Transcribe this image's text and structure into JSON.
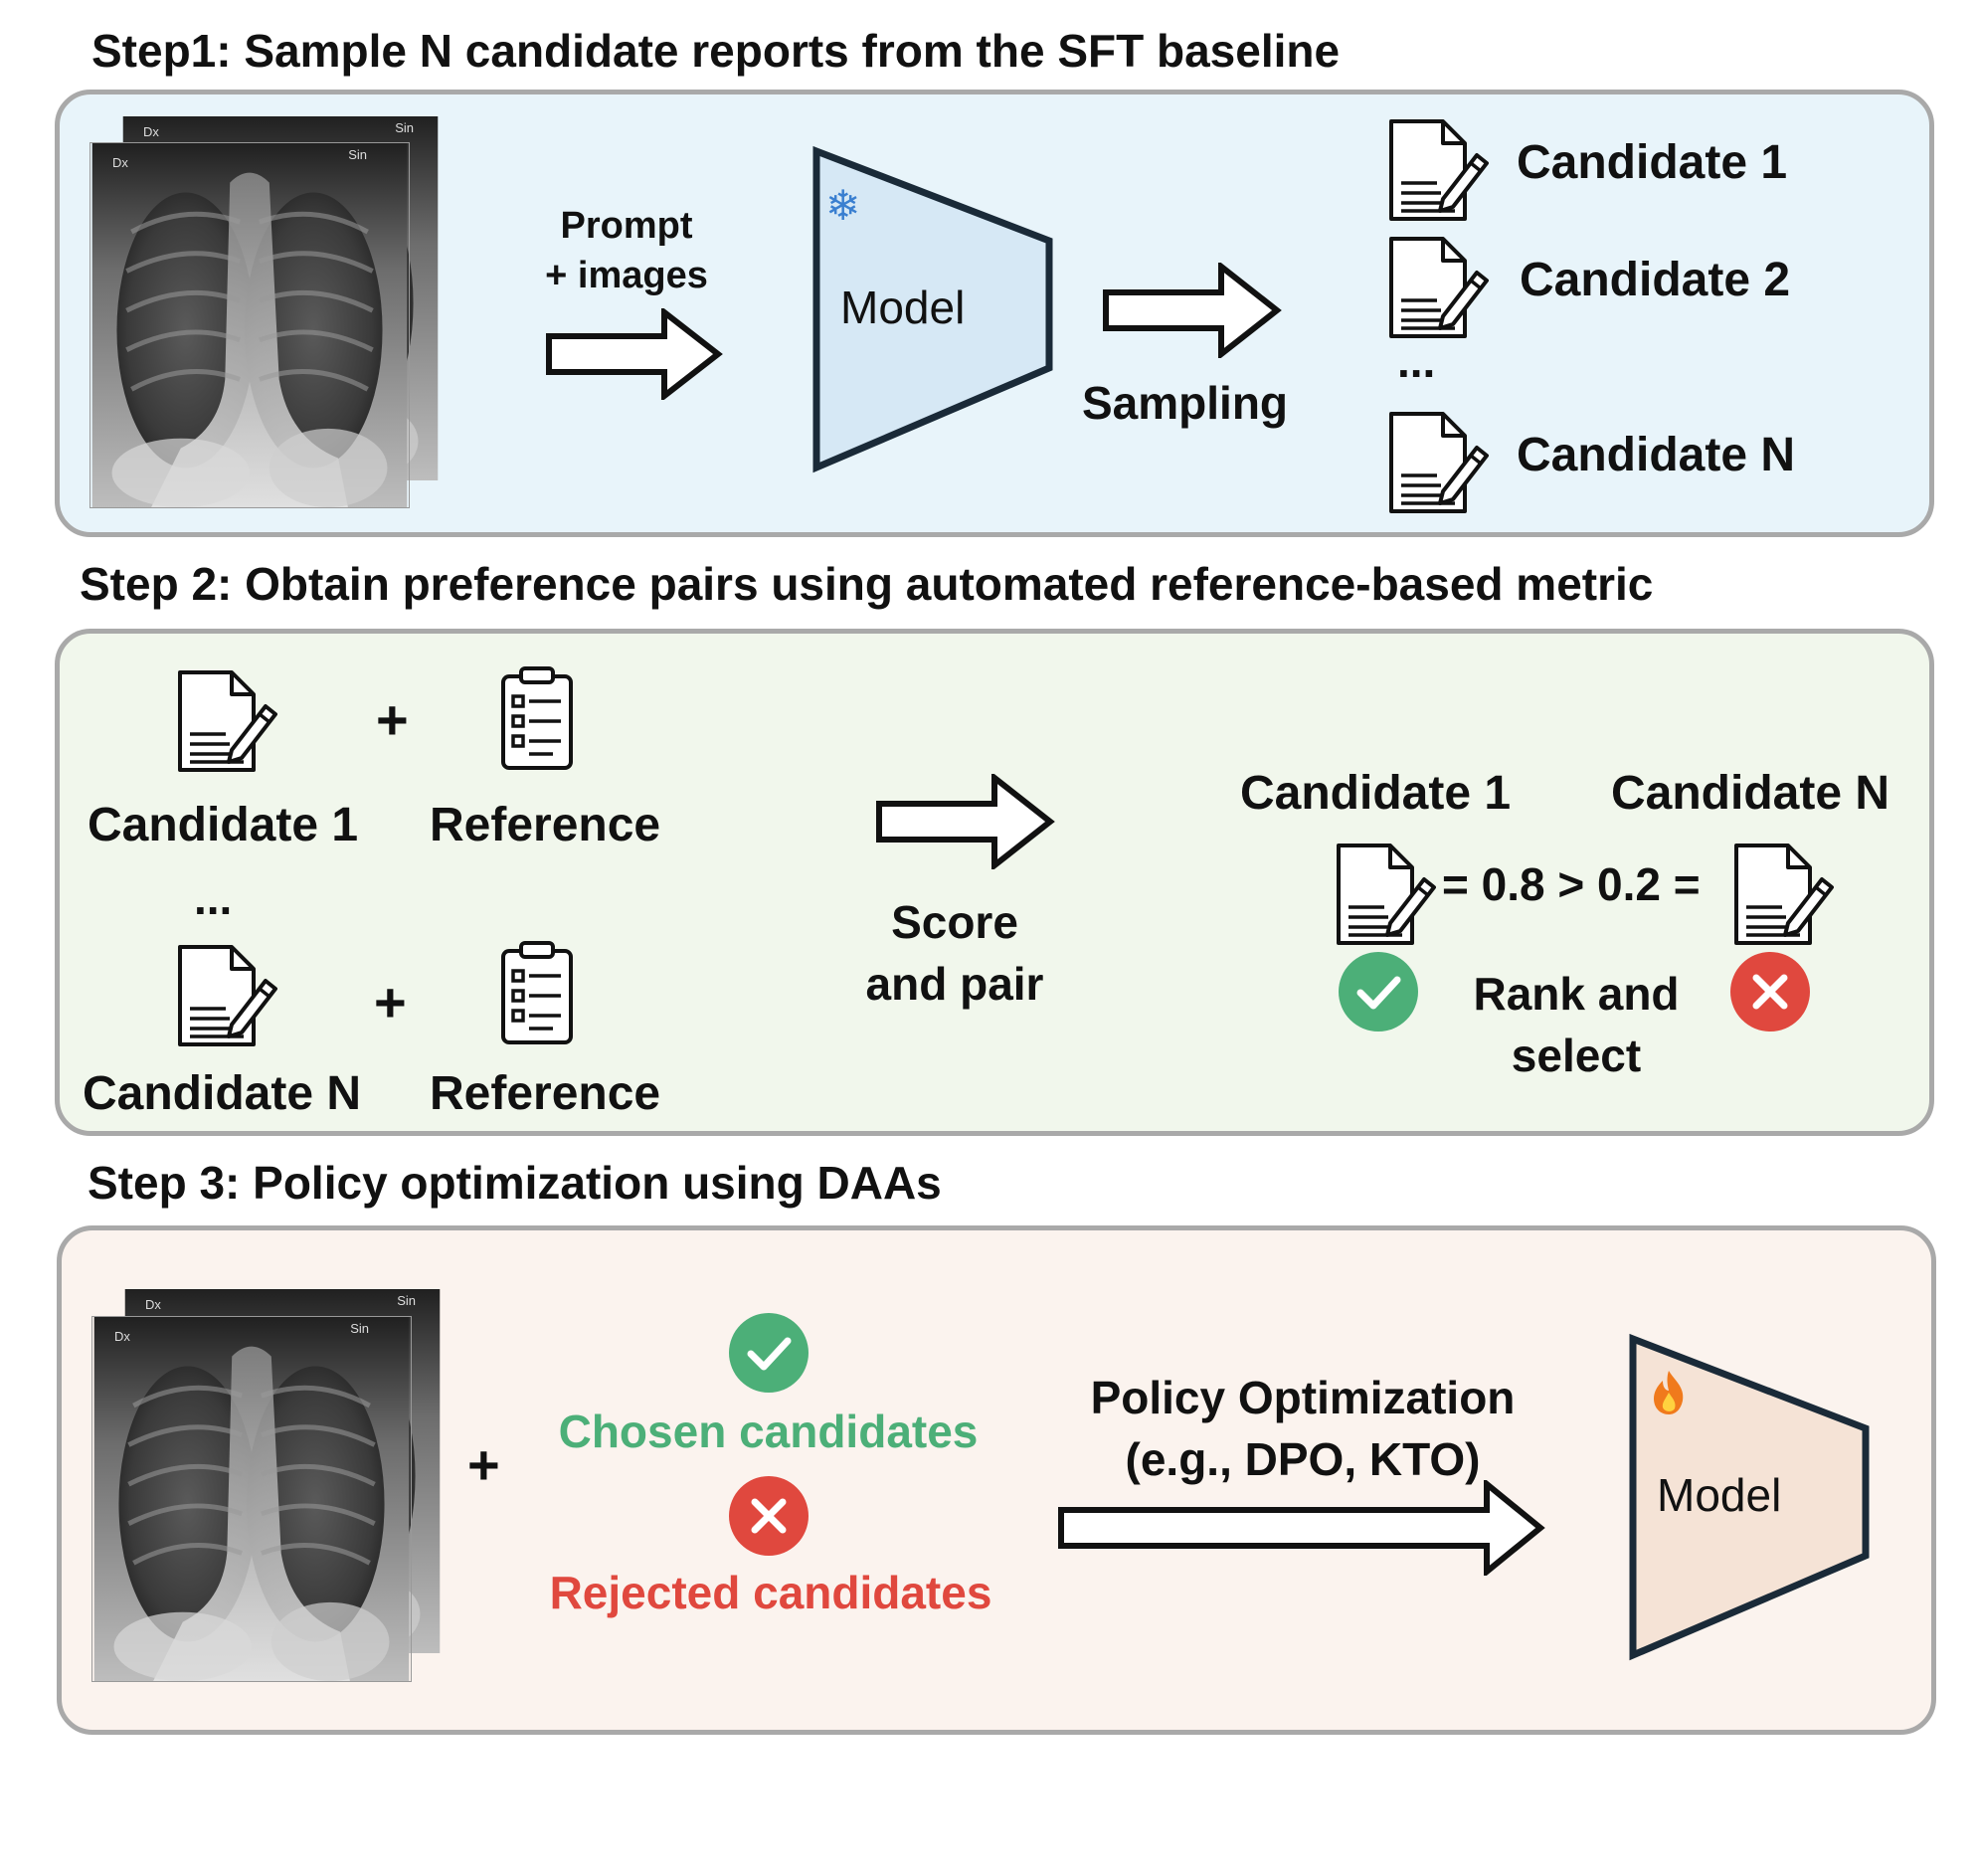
{
  "step1": {
    "title": "Step1: Sample N candidate reports from the SFT baseline",
    "xray_tags": [
      "Dx",
      "Sin"
    ],
    "prompt_label_line1": "Prompt",
    "prompt_label_line2": "+ images",
    "model_label": "Model",
    "model_icon": "snowflake-icon",
    "sampling_label": "Sampling",
    "candidates": [
      "Candidate 1",
      "Candidate 2",
      "Candidate N"
    ],
    "ellipsis": "..."
  },
  "step2": {
    "title": "Step 2: Obtain preference pairs using automated reference-based metric",
    "plus": "+",
    "candidate_top": "Candidate 1",
    "candidate_bottom": "Candidate N",
    "reference_label": "Reference",
    "ellipsis": "...",
    "score_line1": "Score",
    "score_line2": "and pair",
    "compare_left_label": "Candidate 1",
    "compare_right_label": "Candidate N",
    "comparison_text": "= 0.8 > 0.2 =",
    "rank_line1": "Rank and",
    "rank_line2": "select"
  },
  "step3": {
    "title": "Step 3: Policy optimization using DAAs",
    "plus": "+",
    "chosen_label": "Chosen candidates",
    "rejected_label": "Rejected candidates",
    "policy_line1": "Policy Optimization",
    "policy_line2": "(e.g., DPO, KTO)",
    "model_label": "Model",
    "model_icon": "fire-icon"
  },
  "colors": {
    "panel1_bg": "#e8f4fa",
    "panel2_bg": "#f1f7ec",
    "panel3_bg": "#fbf3ee",
    "model1_fill": "#d6e8f5",
    "model3_fill": "#f5e3d6",
    "chosen_green": "#4caf78",
    "rejected_red": "#e0483e",
    "border_gray": "#a9a9a9"
  }
}
